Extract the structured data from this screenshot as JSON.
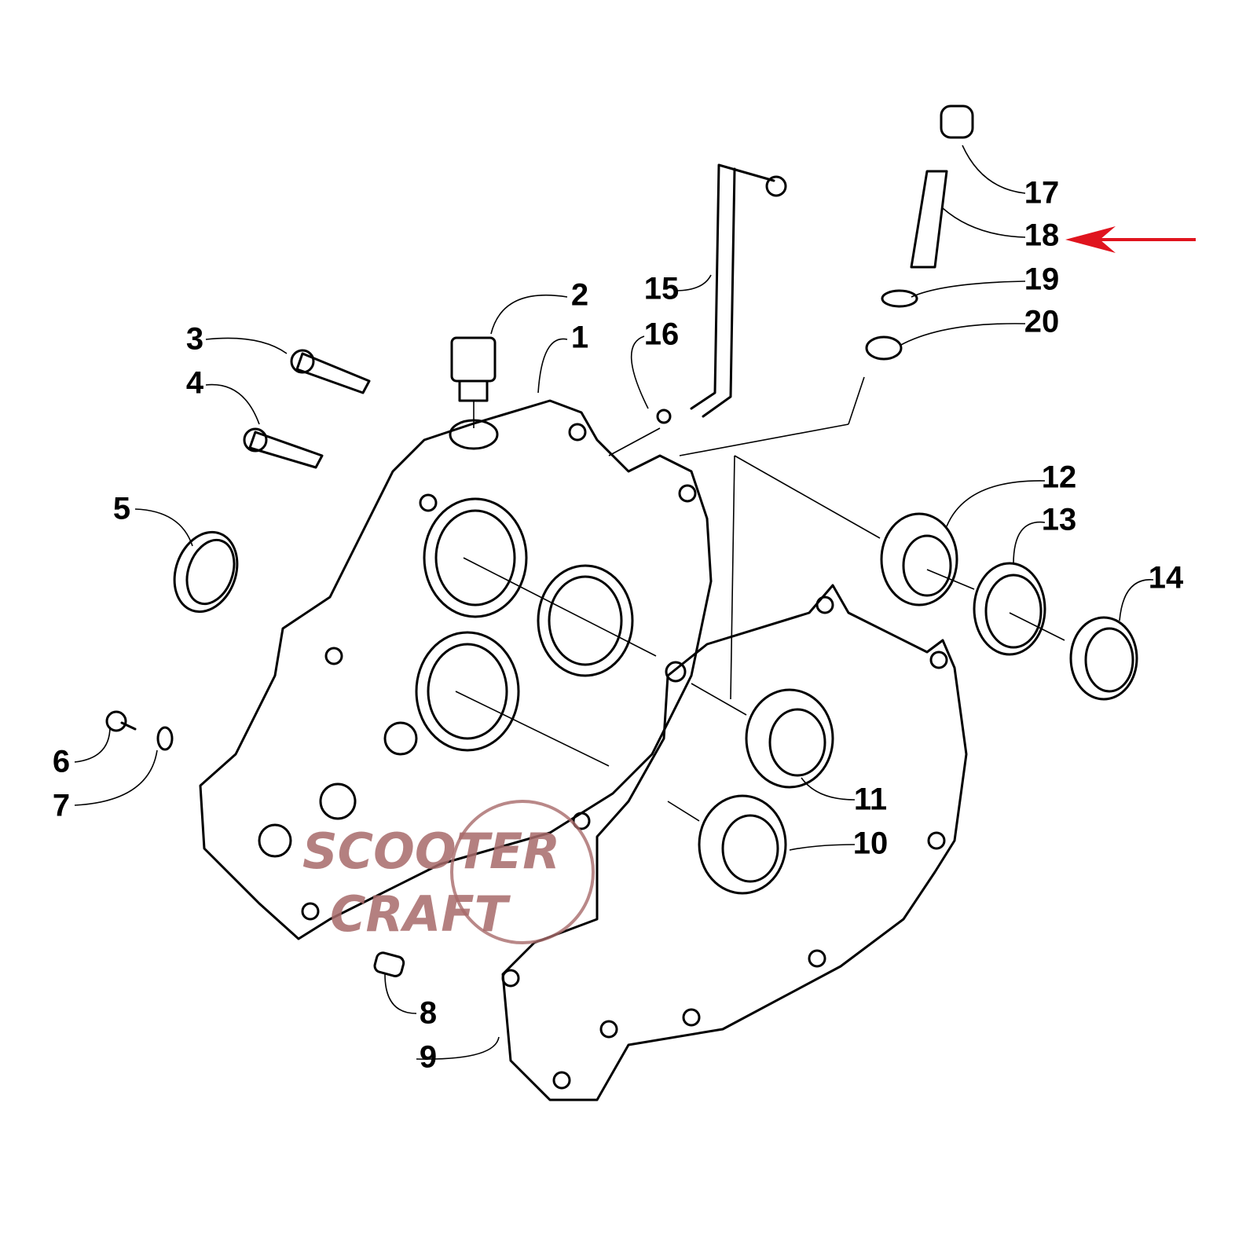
{
  "diagram": {
    "callouts": [
      "1",
      "2",
      "3",
      "4",
      "5",
      "6",
      "7",
      "8",
      "9",
      "10",
      "11",
      "12",
      "13",
      "14",
      "15",
      "16",
      "17",
      "18",
      "19",
      "20"
    ],
    "highlighted_part": "18",
    "highlight_color": "#e0141e"
  },
  "watermark": {
    "line1": "SCOOTER",
    "line2": "CRAFT"
  }
}
